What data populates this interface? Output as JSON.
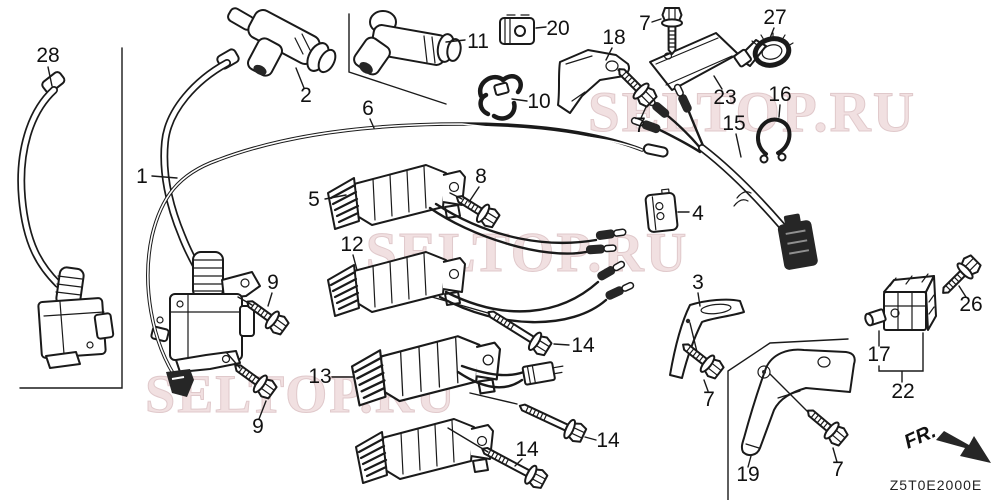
{
  "diagram": {
    "code": "Z5T0E2000E",
    "fr_label": "FR.",
    "watermark_text": "SELTOP.RU",
    "background_color": "#ffffff",
    "line_color": "#1a1a1a",
    "watermark_fill": "#eed9da",
    "watermark_stroke": "#d9bcbf"
  },
  "callouts": [
    {
      "label": "28"
    },
    {
      "label": "2"
    },
    {
      "label": "11"
    },
    {
      "label": "20"
    },
    {
      "label": "10"
    },
    {
      "label": "18"
    },
    {
      "label": "7"
    },
    {
      "label": "7"
    },
    {
      "label": "27"
    },
    {
      "label": "23"
    },
    {
      "label": "16"
    },
    {
      "label": "15"
    },
    {
      "label": "6"
    },
    {
      "label": "1"
    },
    {
      "label": "5"
    },
    {
      "label": "8"
    },
    {
      "label": "4"
    },
    {
      "label": "12"
    },
    {
      "label": "3"
    },
    {
      "label": "26"
    },
    {
      "label": "9"
    },
    {
      "label": "9"
    },
    {
      "label": "14"
    },
    {
      "label": "14"
    },
    {
      "label": "14"
    },
    {
      "label": "17"
    },
    {
      "label": "22"
    },
    {
      "label": "13"
    },
    {
      "label": "19"
    },
    {
      "label": "7"
    },
    {
      "label": "7"
    }
  ]
}
